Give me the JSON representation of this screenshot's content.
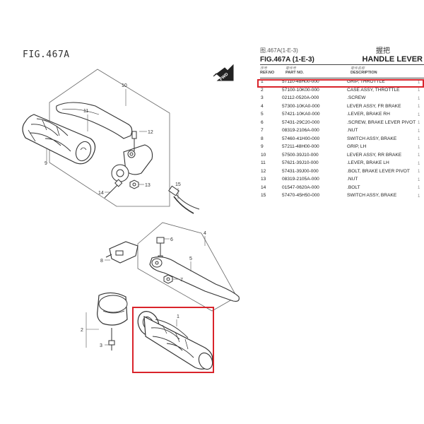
{
  "figure": {
    "label": "FIG.467A",
    "cn_fig": "图.467A(1-E-3)",
    "cn_title": "握把",
    "code": "FIG.467A (1-E-3)",
    "title": "HANDLE LEVER"
  },
  "header": {
    "ref_no": "REF.NO",
    "part_no": "PART NO.",
    "description": "DESCRIPTION",
    "ref_no_cn": "序号",
    "part_no_cn": "零件号",
    "description_cn": "零件名称"
  },
  "parts": [
    {
      "ref": "1",
      "pn": "57110-48H00-000",
      "desc": "GRIP, THROTTLE",
      "q": "1"
    },
    {
      "ref": "2",
      "pn": "57100-10K00-000",
      "desc": "CASE ASSY, THROTTLE",
      "q": "1"
    },
    {
      "ref": "3",
      "pn": "02112-0520A-000",
      "desc": ".SCREW",
      "q": "1"
    },
    {
      "ref": "4",
      "pn": "57300-10KA0-000",
      "desc": "LEVER ASSY, FR BRAKE",
      "q": "1"
    },
    {
      "ref": "5",
      "pn": "57421-10KA0-000",
      "desc": ".LEVER, BRAKE RH",
      "q": "1"
    },
    {
      "ref": "6",
      "pn": "57431-29C20-000",
      "desc": ".SCREW, BRAKE LEVER PIVOT",
      "q": "1"
    },
    {
      "ref": "7",
      "pn": "08319-2106A-000",
      "desc": ".NUT",
      "q": "1"
    },
    {
      "ref": "8",
      "pn": "57460-41H00-000",
      "desc": "SWITCH ASSY, BRAKE",
      "q": "1"
    },
    {
      "ref": "9",
      "pn": "57211-48H00-000",
      "desc": "GRIP, LH",
      "q": "1"
    },
    {
      "ref": "10",
      "pn": "57500-39J10-000",
      "desc": "LEVER ASSY, RR BRAKE",
      "q": "1"
    },
    {
      "ref": "11",
      "pn": "57621-39J10-000",
      "desc": ".LEVER, BRAKE LH",
      "q": "1"
    },
    {
      "ref": "12",
      "pn": "57431-39J00-000",
      "desc": ".BOLT, BRAKE LEVER PIVOT",
      "q": "1"
    },
    {
      "ref": "13",
      "pn": "08319-2105A-000",
      "desc": ".NUT",
      "q": "1"
    },
    {
      "ref": "14",
      "pn": "01547-0620A-000",
      "desc": ".BOLT",
      "q": "1"
    },
    {
      "ref": "15",
      "pn": "57470-45H50-000",
      "desc": "SWITCH ASSY, BRAKE",
      "q": "1"
    }
  ],
  "fwd_label": "FWD",
  "callouts": [
    "1",
    "2",
    "3",
    "4",
    "5",
    "6",
    "7",
    "8",
    "9",
    "10",
    "11",
    "12",
    "13",
    "14",
    "15"
  ],
  "highlight_color": "#d9242b"
}
